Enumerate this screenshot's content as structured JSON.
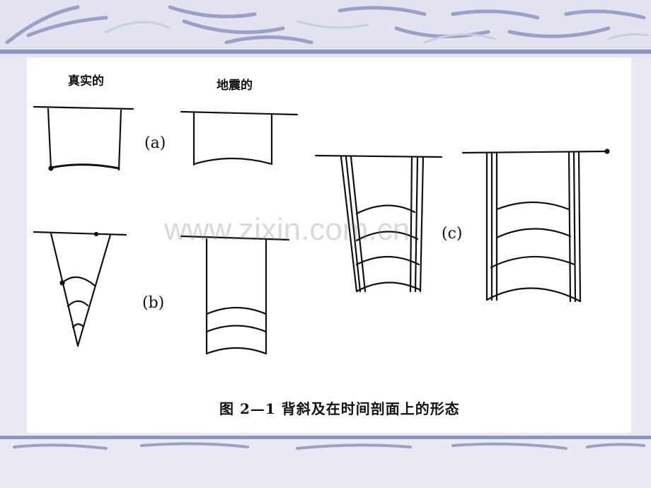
{
  "figure": {
    "label_real": "真实的",
    "label_seismic": "地震的",
    "tag_a": "(a)",
    "tag_b": "(b)",
    "tag_c": "(c)",
    "caption": "图 2—1  背斜及在时间剖面上的形态"
  },
  "watermark": "www.zixin.com.cn",
  "colors": {
    "background": "#e9e9f3",
    "decor": "#9aa0c8",
    "line": "#111111"
  }
}
